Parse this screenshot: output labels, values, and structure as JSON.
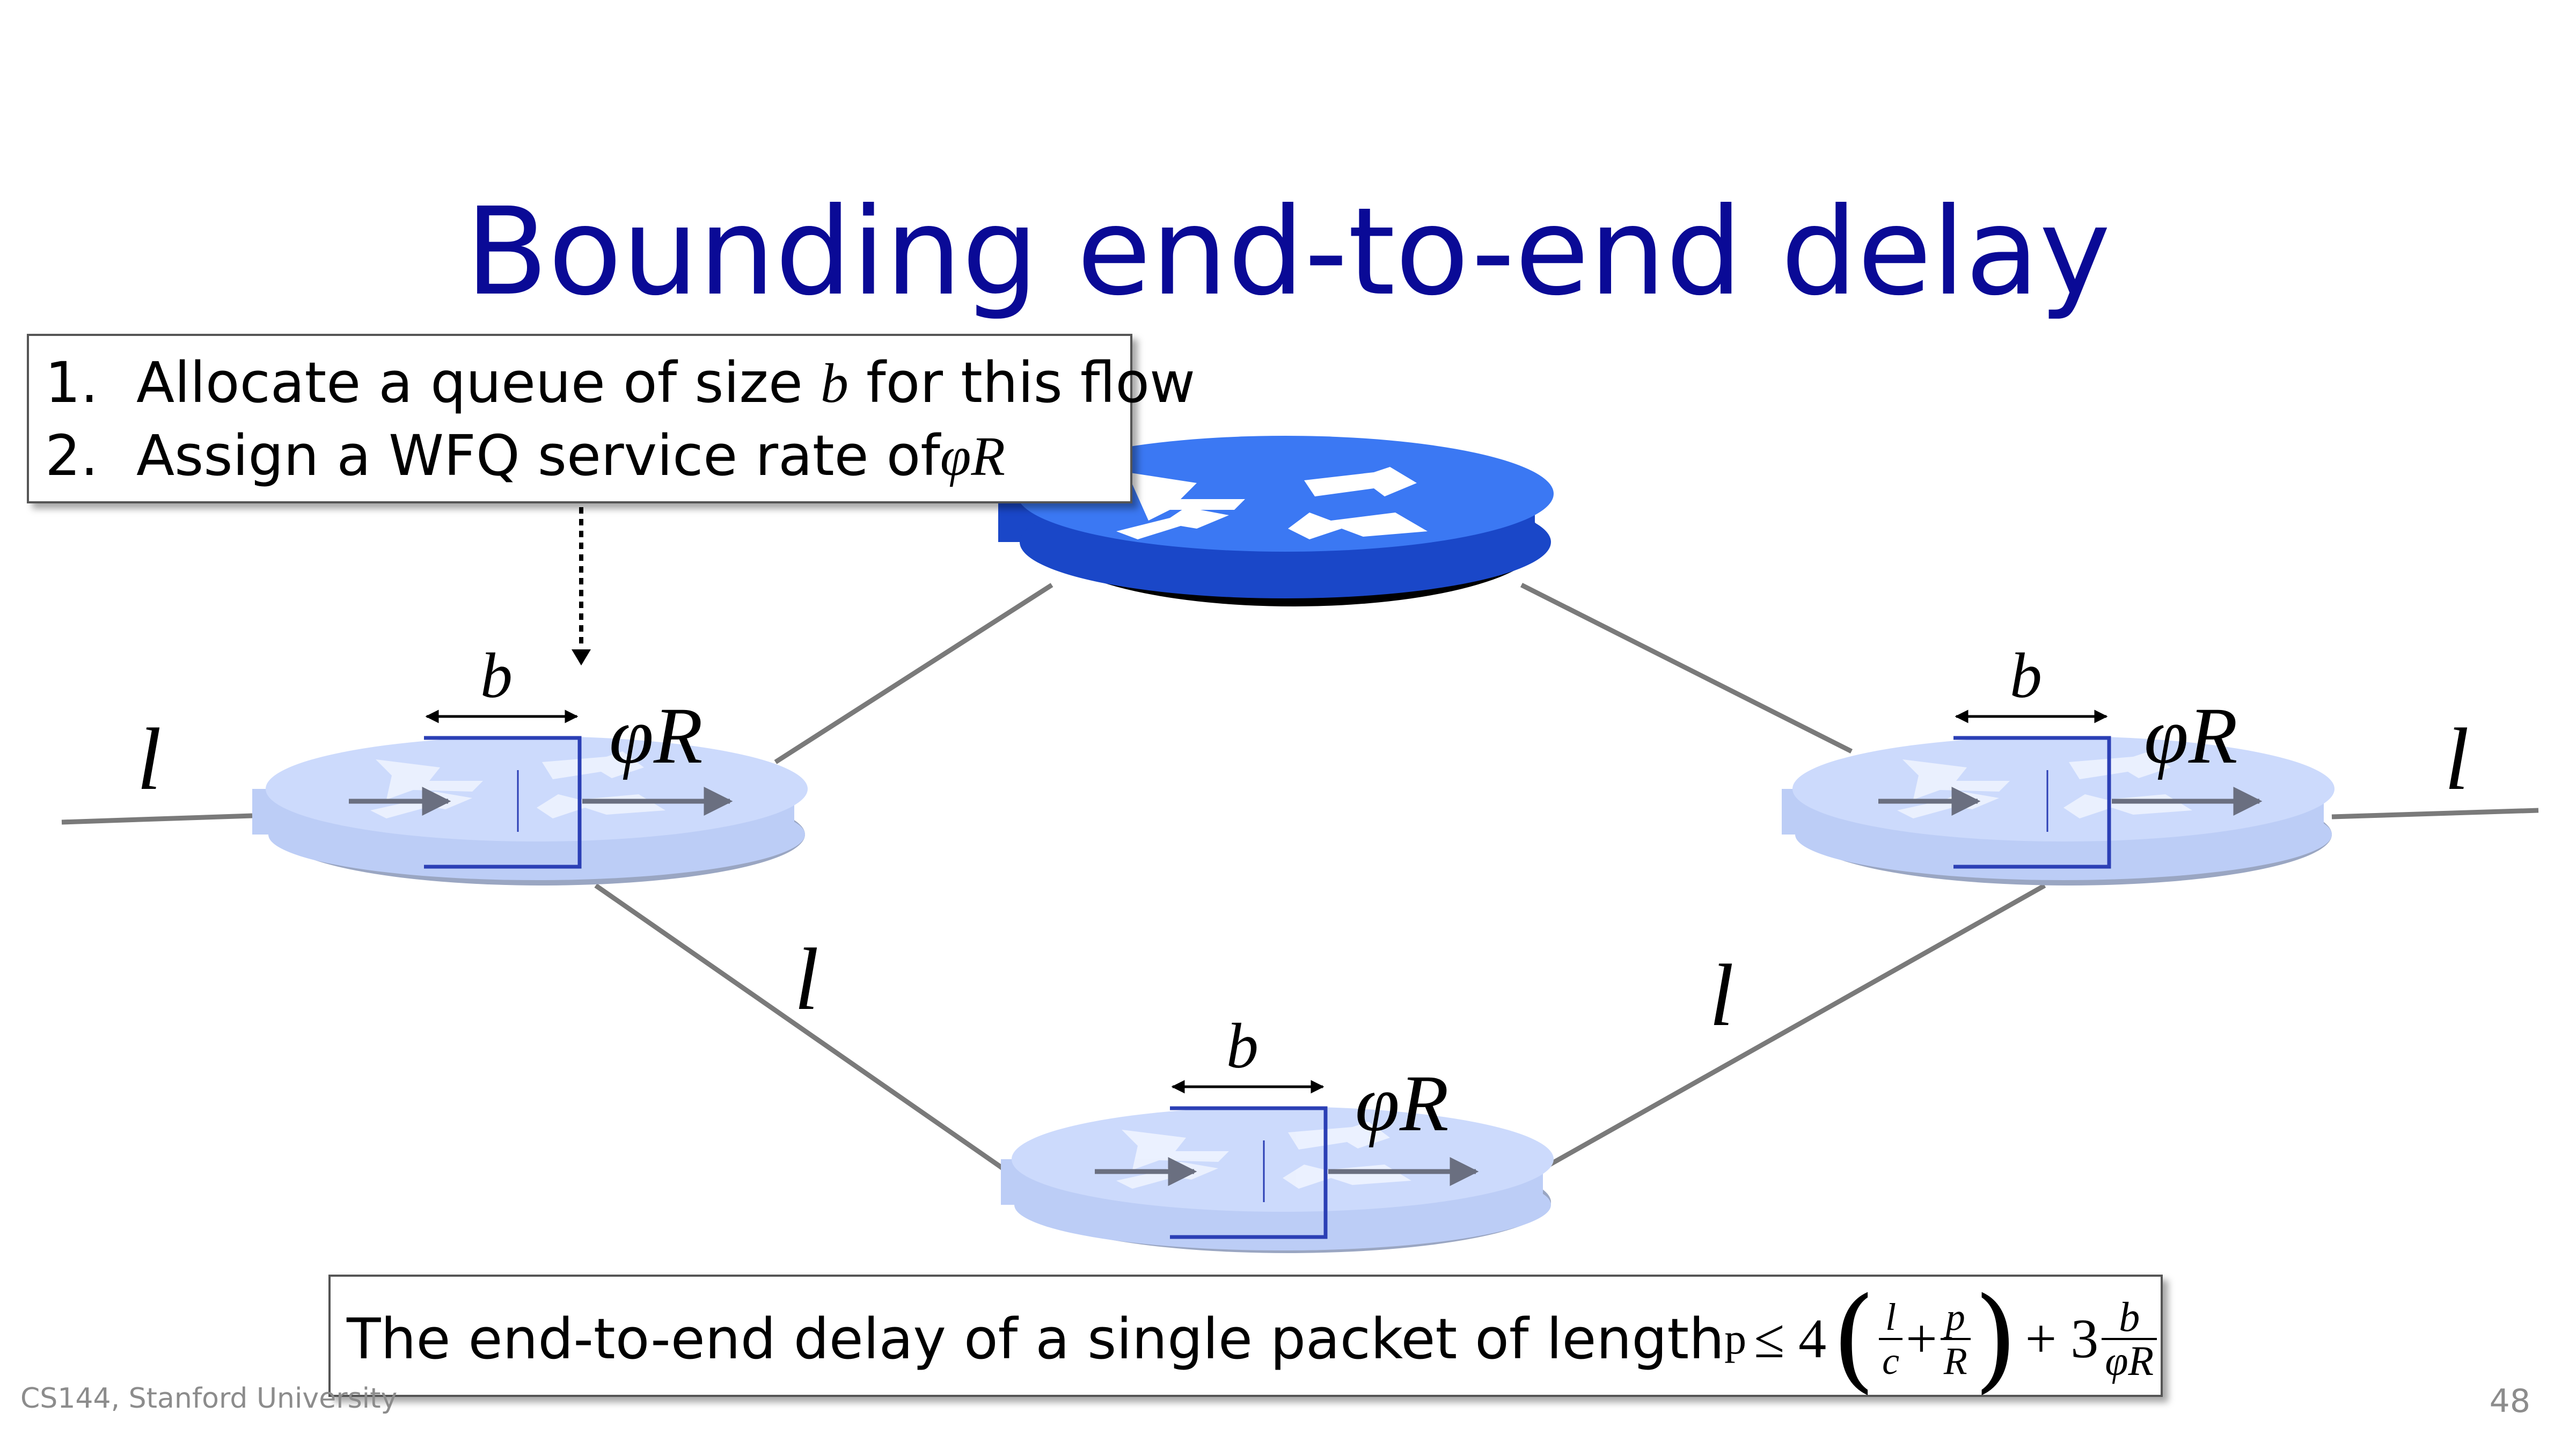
{
  "slide": {
    "title": "Bounding end-to-end delay",
    "steps": [
      {
        "number": "1.",
        "before": "Allocate a queue of size ",
        "math": "b",
        "after": " for this flow"
      },
      {
        "number": "2.",
        "before": "Assign a WFQ service rate of",
        "math": "φR",
        "after": ""
      }
    ],
    "labels": {
      "link": "l",
      "queue_size": "b",
      "rate": "φR"
    },
    "formula": {
      "text": "The end-to-end delay of a single packet of length ",
      "p": "p",
      "leq": "≤ 4",
      "frac1_num": "l",
      "frac1_den": "c",
      "plus": "+",
      "frac2_num": "p",
      "frac2_den": "R",
      "plus3": "+ 3",
      "frac3_num": "b",
      "frac3_den": "φR"
    },
    "footer_left": "CS144, Stanford University",
    "page_number": "48"
  },
  "colors": {
    "title": "#0a0a96",
    "core_router": "#2f6bf0",
    "edge_router": "#c6d6fb",
    "queue_outline": "#2b3fb5",
    "link": "#7a7a7a"
  }
}
